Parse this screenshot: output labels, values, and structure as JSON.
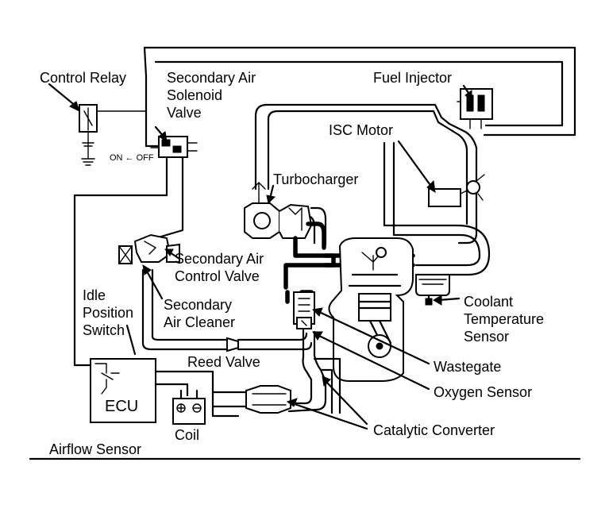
{
  "labels": {
    "control_relay": "Control Relay",
    "secondary_air_solenoid_valve": [
      "Secondary Air",
      "Solenoid",
      "Valve"
    ],
    "fuel_injector": "Fuel Injector",
    "isc_motor": "ISC Motor",
    "turbocharger": "Turbocharger",
    "on_off": "ON ← OFF",
    "secondary_air_control_valve": [
      "Secondary Air",
      "Control Valve"
    ],
    "secondary_air_cleaner": [
      "Secondary",
      "Air Cleaner"
    ],
    "idle_position_switch": [
      "Idle",
      "Position",
      "Switch"
    ],
    "coolant_temperature_sensor": [
      "Coolant",
      "Temperature",
      "Sensor"
    ],
    "reed_valve": "Reed Valve",
    "wastegate": "Wastegate",
    "ecu": "ECU",
    "oxygen_sensor": "Oxygen Sensor",
    "coil": "Coil",
    "catalytic_converter": "Catalytic Converter",
    "airflow_sensor": "Airflow Sensor"
  }
}
